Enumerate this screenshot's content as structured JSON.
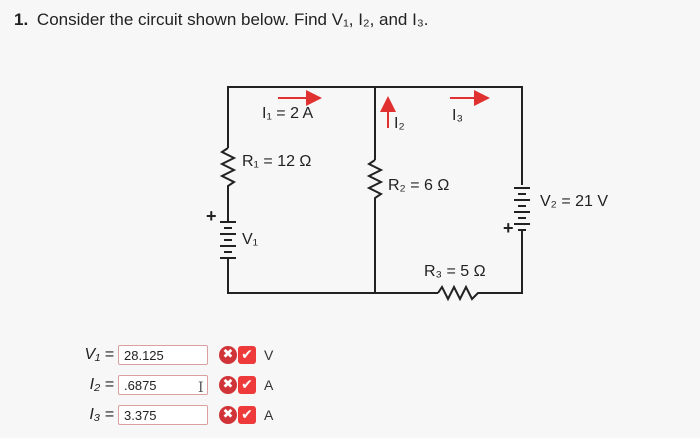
{
  "question": {
    "number": "1.",
    "text": "Consider the circuit shown below. Find V₁, I₂, and I₃."
  },
  "circuit": {
    "i1_label": "I₁ = 2 A",
    "r1_label": "R₁ = 12 Ω",
    "v1_label": "V₁",
    "i2_label": "I₂",
    "i3_label": "I₃",
    "r2_label": "R₂ = 6 Ω",
    "r3_label": "R₃ = 5 Ω",
    "v2_label": "V₂ = 21 V",
    "plus": "+",
    "arrow_color": "#e03030"
  },
  "answers": [
    {
      "label": "V₁ =",
      "value": "28.125",
      "unit": "V"
    },
    {
      "label": "I₂ =",
      "value": ".6875",
      "unit": "A"
    },
    {
      "label": "I₃ =",
      "value": "3.375",
      "unit": "A"
    }
  ],
  "status": {
    "x_icon": "✖",
    "check_icon": "✔"
  },
  "cursor_glyph": "I"
}
